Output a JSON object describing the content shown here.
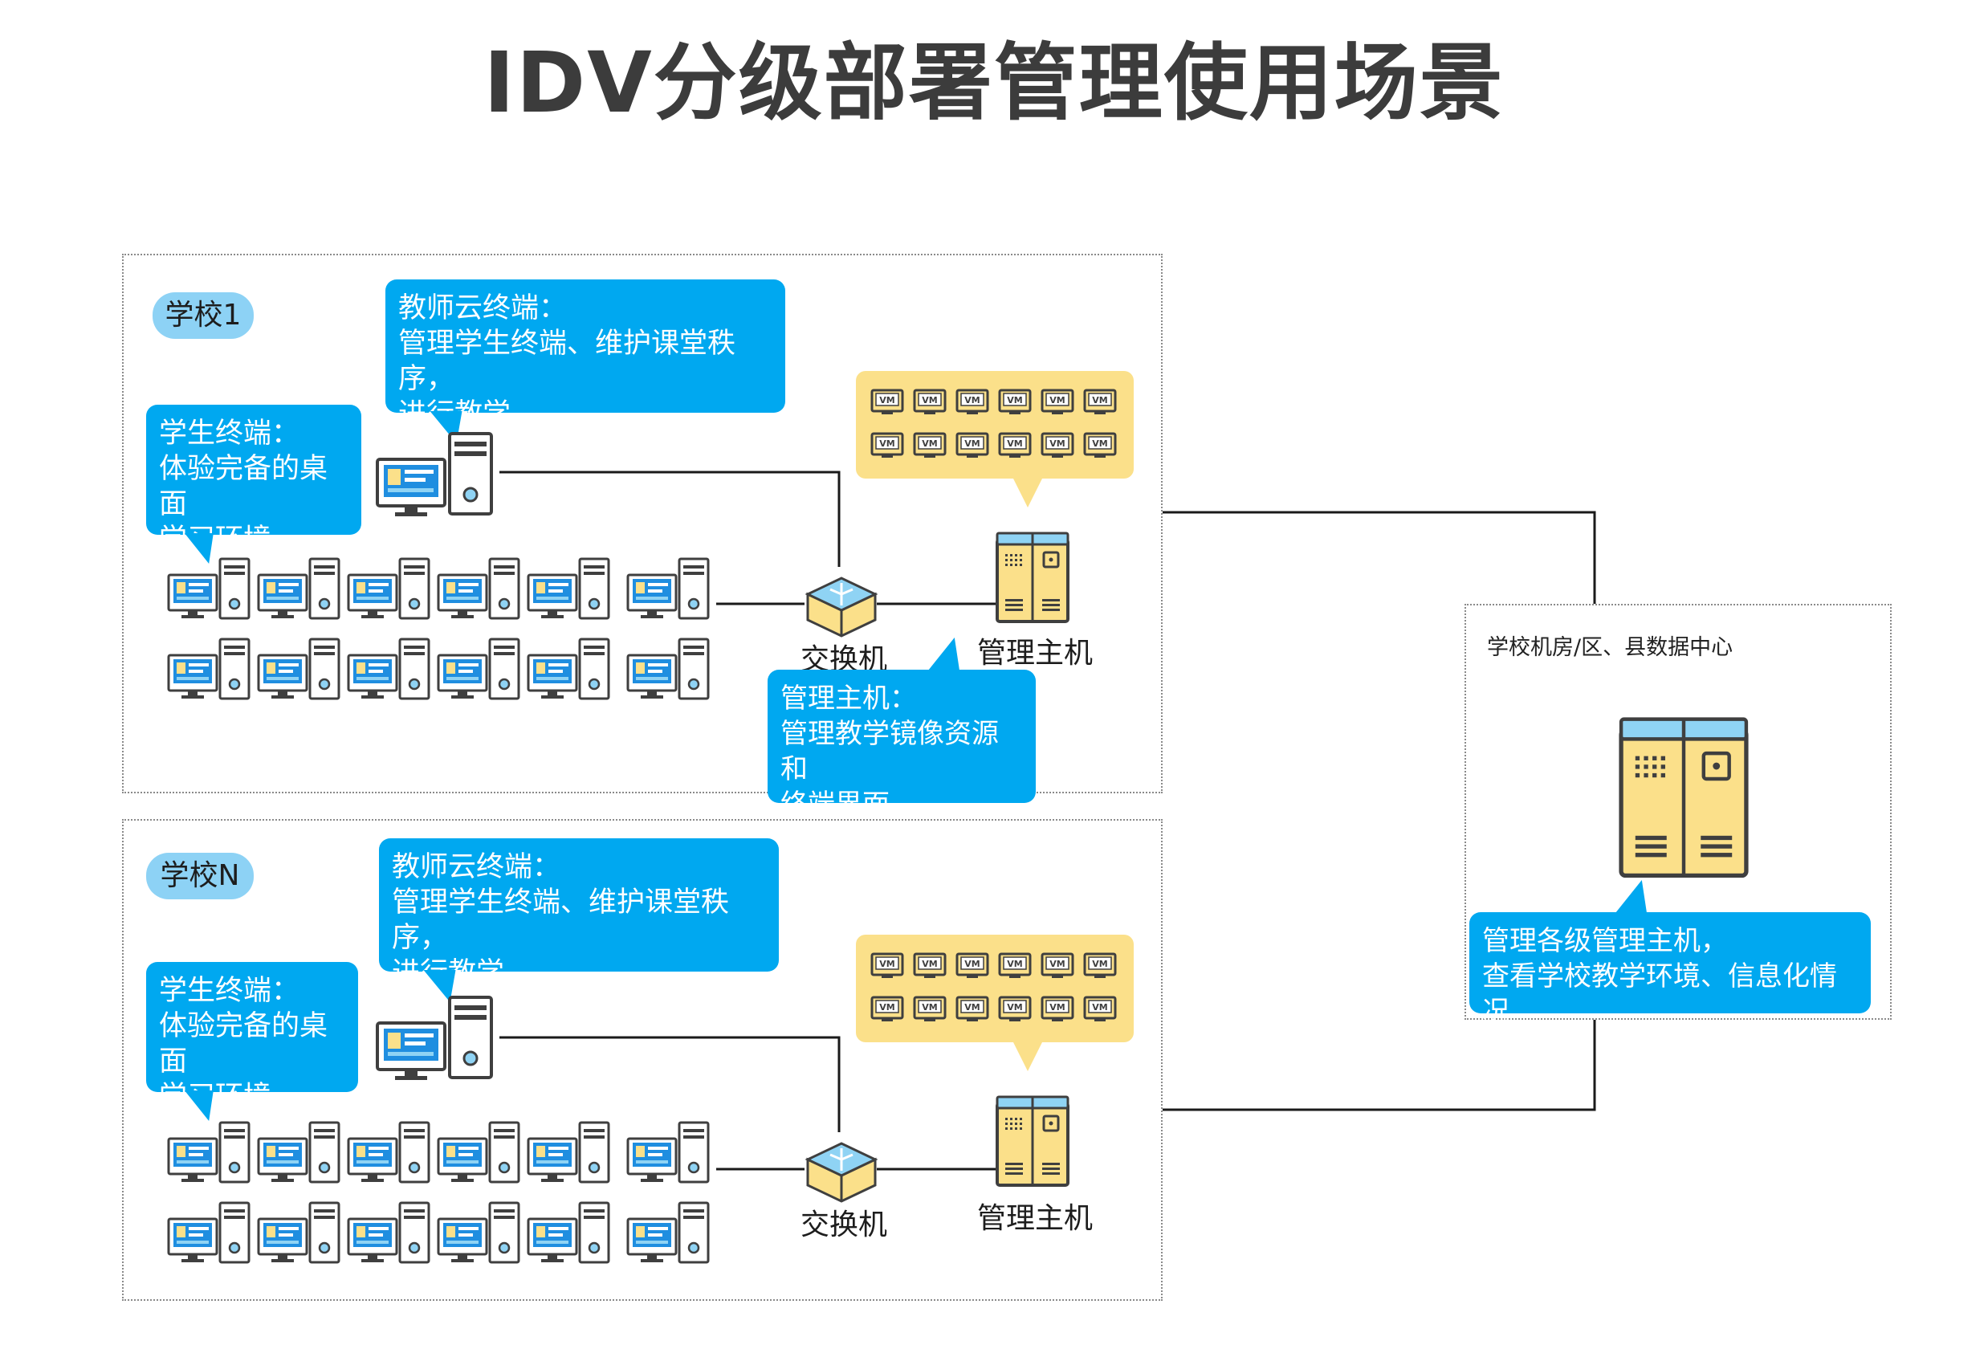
{
  "title": "IDV分级部署管理使用场景",
  "schools": [
    {
      "name": "学校1",
      "teacher_bubble": "教师云终端：\n管理学生终端、维护课堂秩序，\n进行教学",
      "student_bubble": "学生终端：\n体验完备的桌面\n学习环境",
      "switch_label": "交换机",
      "host_label": "管理主机",
      "host_bubble": "管理主机：\n管理教学镜像资源和\n终端界面",
      "vm_label": "VM"
    },
    {
      "name": "学校N",
      "teacher_bubble": "教师云终端：\n管理学生终端、维护课堂秩序，\n进行教学",
      "student_bubble": "学生终端：\n体验完备的桌面\n学习环境",
      "switch_label": "交换机",
      "host_label": "管理主机",
      "vm_label": "VM"
    }
  ],
  "datacenter": {
    "label": "学校机房/区、县数据中心",
    "bubble": "管理各级管理主机，\n查看学校教学环境、信息化情况"
  },
  "colors": {
    "bubble": "#00a8f0",
    "pill": "#8dd2f5",
    "vm_panel": "#fbe08a",
    "server_body": "#fbe08a",
    "server_top": "#8fd3f4",
    "outline": "#4a4a4a"
  },
  "icons": [
    "student-pc-icon",
    "teacher-pc-icon",
    "switch-icon",
    "server-icon",
    "vm-icon"
  ]
}
